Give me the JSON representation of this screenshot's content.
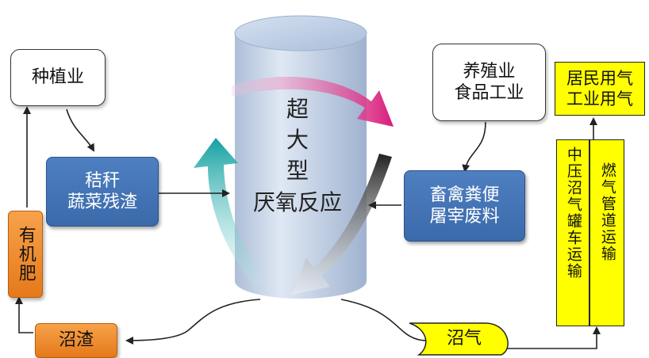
{
  "reactor": {
    "label": "超\n大\n型\n厌氧反应"
  },
  "boxes": {
    "planting": "种植业",
    "straw": "秸秆\n蔬菜残渣",
    "breeding": "养殖业\n食品工业",
    "manure": "畜禽粪便\n屠宰废料",
    "use": "居民用气\n工业用气",
    "tanker": "中压沼气罐车运输",
    "pipeline": "燃气管道运输",
    "fertilizer": "有机肥",
    "residue": "沼渣",
    "biogas": "沼气"
  },
  "colors": {
    "blue_box": "#4a7bbd",
    "yellow_box": "#ffff00",
    "orange_box": "#f28e2b",
    "arrow_magenta": "#e0348c",
    "arrow_teal": "#19a9a9",
    "arrow_gray": "#7a7a7a",
    "reactor": "#c6d6ea"
  }
}
